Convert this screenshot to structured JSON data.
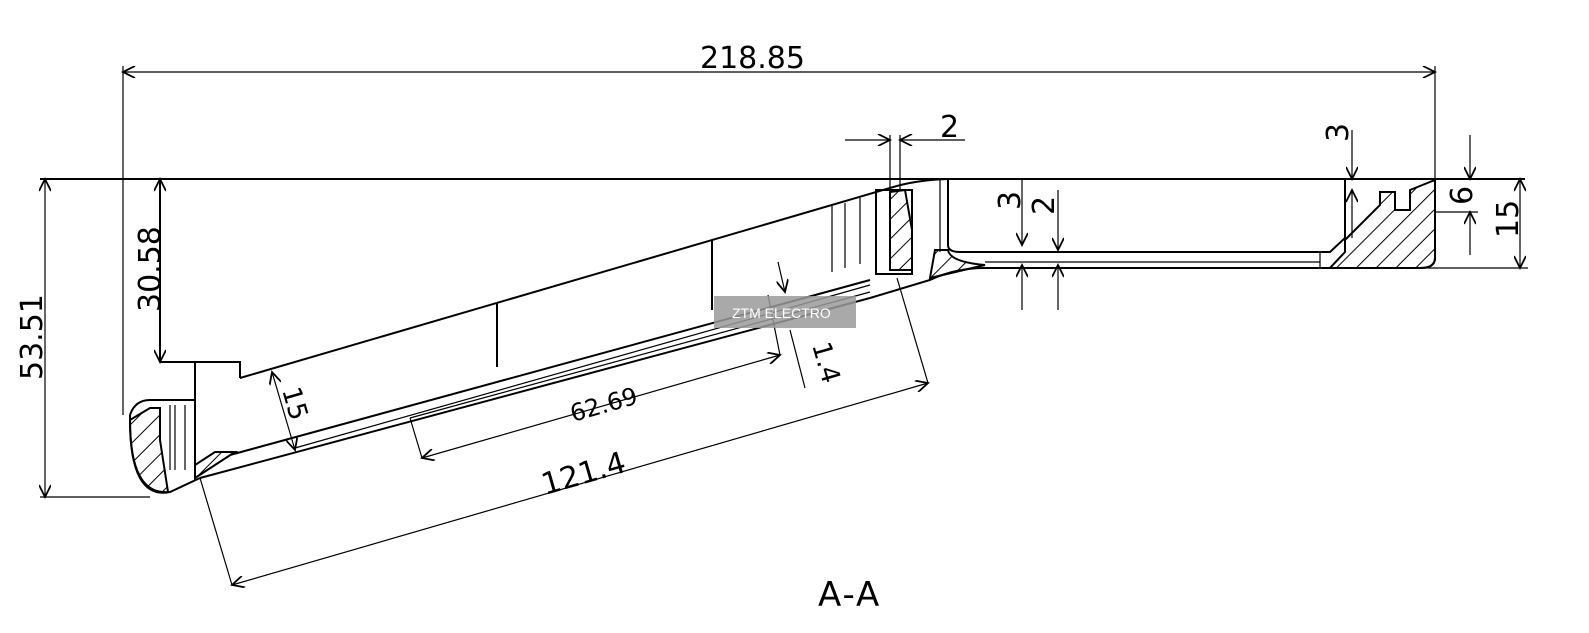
{
  "dimensions": {
    "overall_width": "218.85",
    "overall_height": "53.51",
    "left_depth": "30.58",
    "slope_length": "121.4",
    "inner_length": "62.69",
    "wall_thickness_slope": "15",
    "wall_small": "1.4",
    "slot_width": "2",
    "right_recess": "3",
    "floor_3": "3",
    "floor_2": "2",
    "right_step": "6",
    "right_height": "15"
  },
  "section_label": "A-A",
  "watermark": "ZTM ELECTRO",
  "colors": {
    "line": "#000000",
    "watermark_bg": "#9a9a9a",
    "watermark_text": "#ffffff"
  }
}
